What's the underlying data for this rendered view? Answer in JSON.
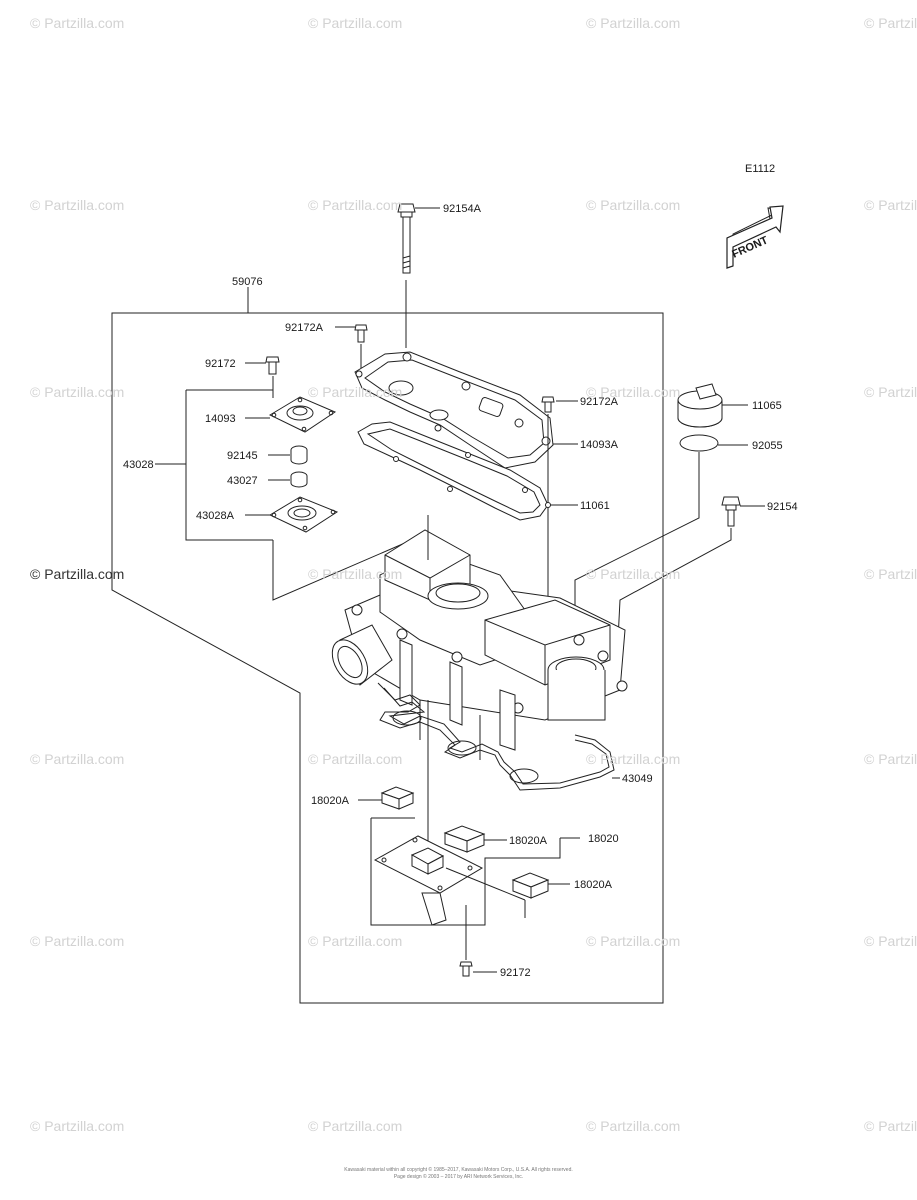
{
  "diagram_code": "E1112",
  "front_label": "FRONT",
  "watermark": "© Partzilla.com",
  "copyright": [
    "Kawasaki material within all copyright © 1985–2017, Kawasaki Motors Corp., U.S.A. All rights reserved.",
    "Page design © 2003 – 2017 by ARI Network Services, Inc."
  ],
  "parts": {
    "p59076": "59076",
    "p92154A": "92154A",
    "p92172A_a": "92172A",
    "p92172_top": "92172",
    "p14093": "14093",
    "p92145": "92145",
    "p43027": "43027",
    "p43028A": "43028A",
    "p43028": "43028",
    "p92172A_b": "92172A",
    "p14093A": "14093A",
    "p11061": "11061",
    "p11065": "11065",
    "p92055": "92055",
    "p92154": "92154",
    "p43049": "43049",
    "p18020A_1": "18020A",
    "p18020A_2": "18020A",
    "p18020": "18020",
    "p18020A_3": "18020A",
    "p92172_bot": "92172"
  }
}
